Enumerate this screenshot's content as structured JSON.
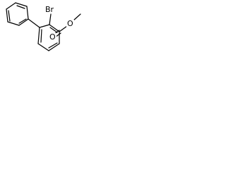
{
  "molecule": {
    "atoms": {
      "bromine": "Br",
      "ester_oxygen": "O",
      "carbonyl_oxygen": "O"
    },
    "colors": {
      "bond": "#000000",
      "label": "#000000",
      "background": "#ffffff"
    }
  }
}
